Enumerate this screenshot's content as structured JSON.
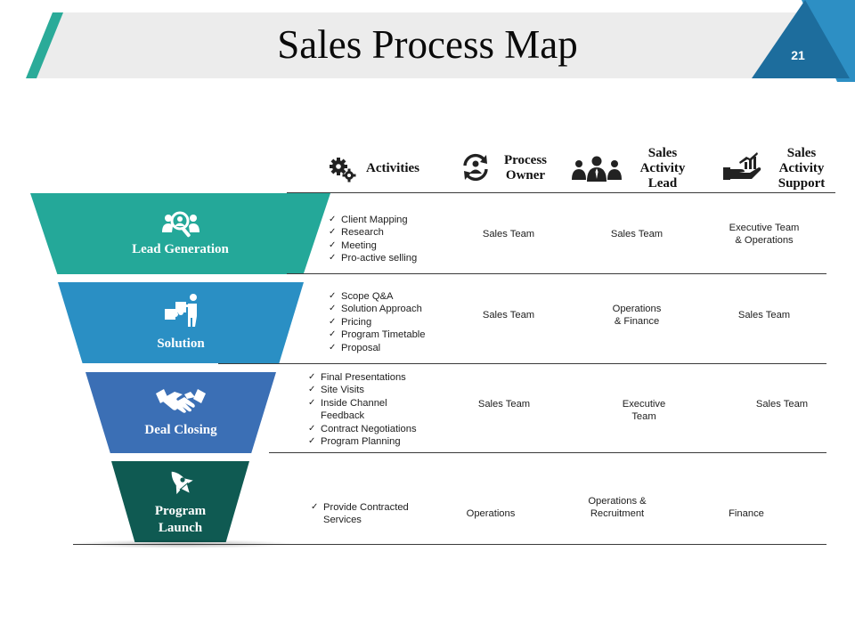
{
  "header": {
    "title": "Sales Process Map",
    "page_number": "21"
  },
  "columns": [
    {
      "label": "Activities",
      "icon": "gears-icon"
    },
    {
      "label": "Process Owner",
      "icon": "cycle-person-icon"
    },
    {
      "label": "Sales Activity Lead",
      "icon": "team-icon"
    },
    {
      "label": "Sales Activity Support",
      "icon": "growth-hand-icon"
    }
  ],
  "stages": [
    {
      "label": "Lead Generation",
      "icon": "people-search-icon",
      "color": "#24a899",
      "activities": [
        "Client Mapping",
        "Research",
        "Meeting",
        "Pro-active selling"
      ],
      "owner": "Sales Team",
      "lead": "Sales Team",
      "support": "Executive Team & Operations"
    },
    {
      "label": "Solution",
      "icon": "puzzle-person-icon",
      "color": "#2a8fc4",
      "activities": [
        "Scope Q&A",
        "Solution Approach",
        "Pricing",
        "Program Timetable",
        "Proposal"
      ],
      "owner": "Sales Team",
      "lead": "Operations & Finance",
      "support": "Sales Team"
    },
    {
      "label": "Deal Closing",
      "icon": "handshake-icon",
      "color": "#3b6fb5",
      "activities": [
        "Final Presentations",
        "Site Visits",
        "Inside Channel Feedback",
        "Contract Negotiations",
        "Program Planning"
      ],
      "owner": "Sales Team",
      "lead": "Executive Team",
      "support": "Sales Team"
    },
    {
      "label": "Program Launch",
      "icon": "rocket-icon",
      "color": "#0f5a52",
      "activities": [
        "Provide Contracted Services"
      ],
      "owner": "Operations",
      "lead": "Operations & Recruitment",
      "support": "Finance"
    }
  ]
}
